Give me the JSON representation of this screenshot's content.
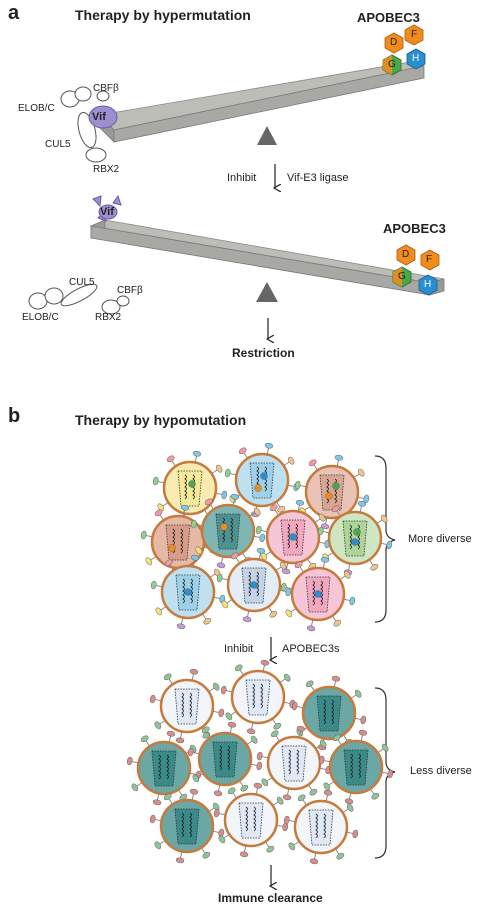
{
  "panel_a": {
    "letter": "a",
    "title": "Therapy by hypermutation",
    "apobec_top": "APOBEC3",
    "apobec_bottom": "APOBEC3",
    "apobec_labels": [
      "D",
      "F",
      "G",
      "H"
    ],
    "complex": {
      "elob": "ELOB/C",
      "cbfb": "CBFβ",
      "vif": "Vif",
      "cul5": "CUL5",
      "rbx2": "RBX2"
    },
    "step_label": "Inhibit",
    "step_target": "Vif-E3 ligase",
    "outcome": "Restriction",
    "colors": {
      "D": "#f08c1e",
      "F": "#f08c1e",
      "G": "#4aa84a",
      "H": "#2a8fd0",
      "vif": "#9d8fcf",
      "beam": "#a8a8a4"
    }
  },
  "panel_b": {
    "letter": "b",
    "title": "Therapy by hypomutation",
    "more": "More diverse",
    "less": "Less diverse",
    "step_label": "Inhibit",
    "step_target": "APOBEC3s",
    "outcome": "Immune clearance",
    "colors": {
      "capsid_teal": "#3a8a88",
      "capsid_pale": "#dfe8f4",
      "envelope": "#c67a3c"
    }
  }
}
